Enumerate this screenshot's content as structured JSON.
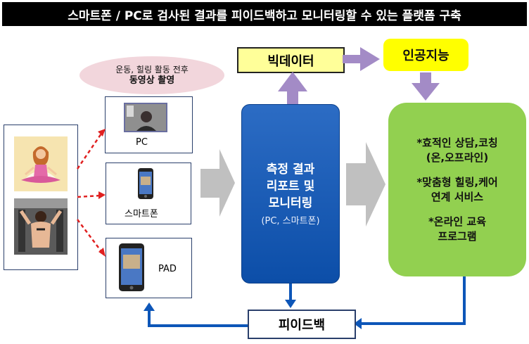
{
  "title": "스마트폰 / PC로 검사된 결과를 피이드백하고 모니터링할 수 있는 플랫폼 구축",
  "capture_note": {
    "line1": "운동, 힐링 활동 전후",
    "line2": "동영상 촬영"
  },
  "devices": {
    "pc": "PC",
    "smartphone": "스마트폰",
    "pad": "PAD"
  },
  "big_data": "빅데이터",
  "ai": "인공지능",
  "center": {
    "line1": "측정 결과",
    "line2": "리포트 및",
    "line3": "모니터링",
    "sub": "(PC, 스마트폰)"
  },
  "services": [
    {
      "line1": "*효적인 상담,코칭",
      "line2": "(온,오프라인)"
    },
    {
      "line1": "*맞춤형 힐링,케어",
      "line2": "연계 서비스"
    },
    {
      "line1": "*온라인 교육",
      "line2": "프로그램"
    }
  ],
  "feedback": "피이드백",
  "colors": {
    "banner": "#000000",
    "blue_box": "#0c4ea8",
    "green_box": "#92d050",
    "ai_box": "#ffff00",
    "big_data_box": "#ffff99",
    "arrow_purple": "#a38bc6",
    "arrow_grey": "#c0c0c0",
    "arrow_red": "#e02020",
    "arrow_blue": "#0d56b8"
  },
  "icons": [
    "yoga-woman-image",
    "gym-woman-image",
    "monitor-icon",
    "phone-icon",
    "tablet-icon"
  ]
}
